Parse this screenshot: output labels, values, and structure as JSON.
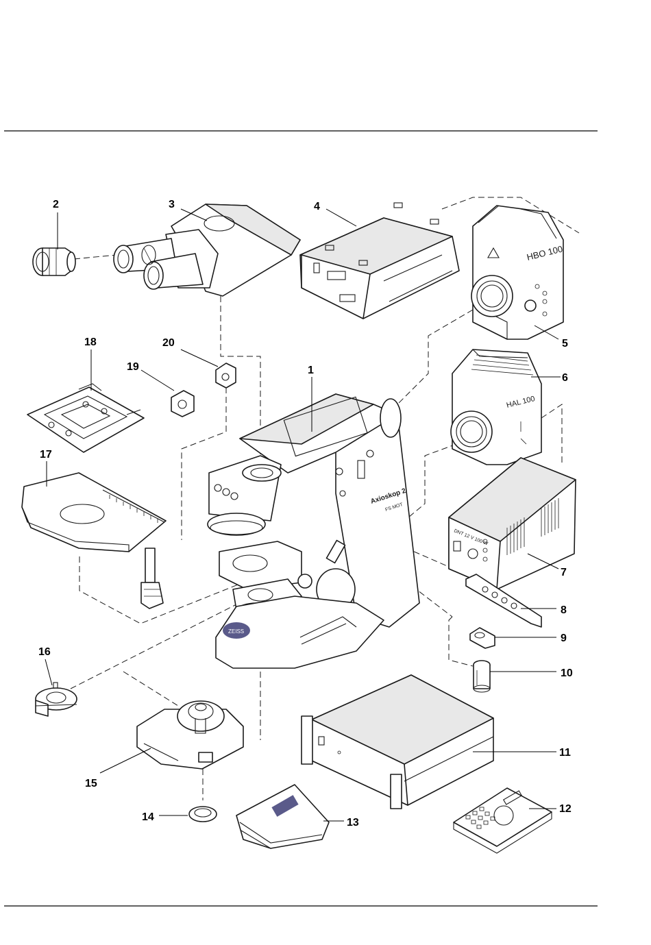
{
  "diagram": {
    "callouts": [
      "1",
      "2",
      "3",
      "4",
      "5",
      "6",
      "7",
      "8",
      "9",
      "10",
      "11",
      "12",
      "13",
      "14",
      "15",
      "16",
      "17",
      "18",
      "19",
      "20"
    ],
    "device_labels": {
      "hbo": "HBO 100",
      "hal": "HAL 100",
      "stand": "Axioskop 2",
      "stand_sub": "FS MOT",
      "psu": "DNT 12 V 100 W",
      "brand": "ZEISS"
    }
  }
}
